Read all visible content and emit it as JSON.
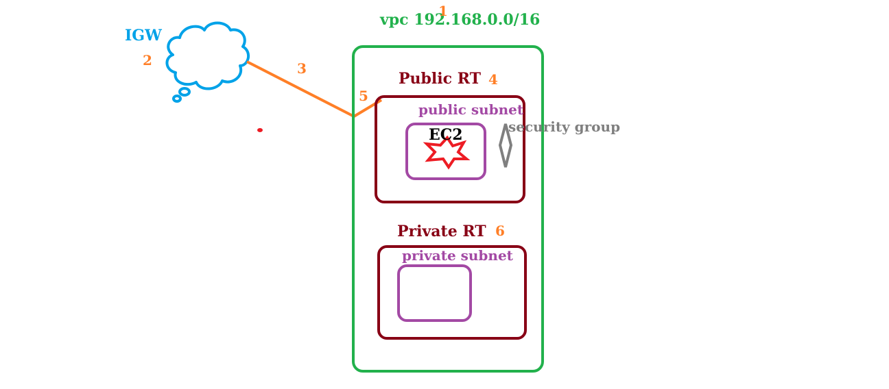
{
  "diagram": {
    "vpc_label": "vpc 192.168.0.0/16",
    "igw_label": "IGW",
    "public_rt_label": "Public RT",
    "private_rt_label": "Private RT",
    "public_subnet_label": "public subnet",
    "private_subnet_label": "private subnet",
    "ec2_label": "EC2",
    "security_group_label": "security group",
    "markers": {
      "m1": "1",
      "m2": "2",
      "m3": "3",
      "m4": "4",
      "m5": "5",
      "m6": "6"
    }
  },
  "colors": {
    "vpc": "#22b14c",
    "igw": "#00a2e8",
    "route_table": "#880015",
    "subnet": "#a349a4",
    "marker": "#ff7f27",
    "ec2_star": "#ed1c24",
    "security_group": "#7f7f7f",
    "text": "#000000"
  }
}
